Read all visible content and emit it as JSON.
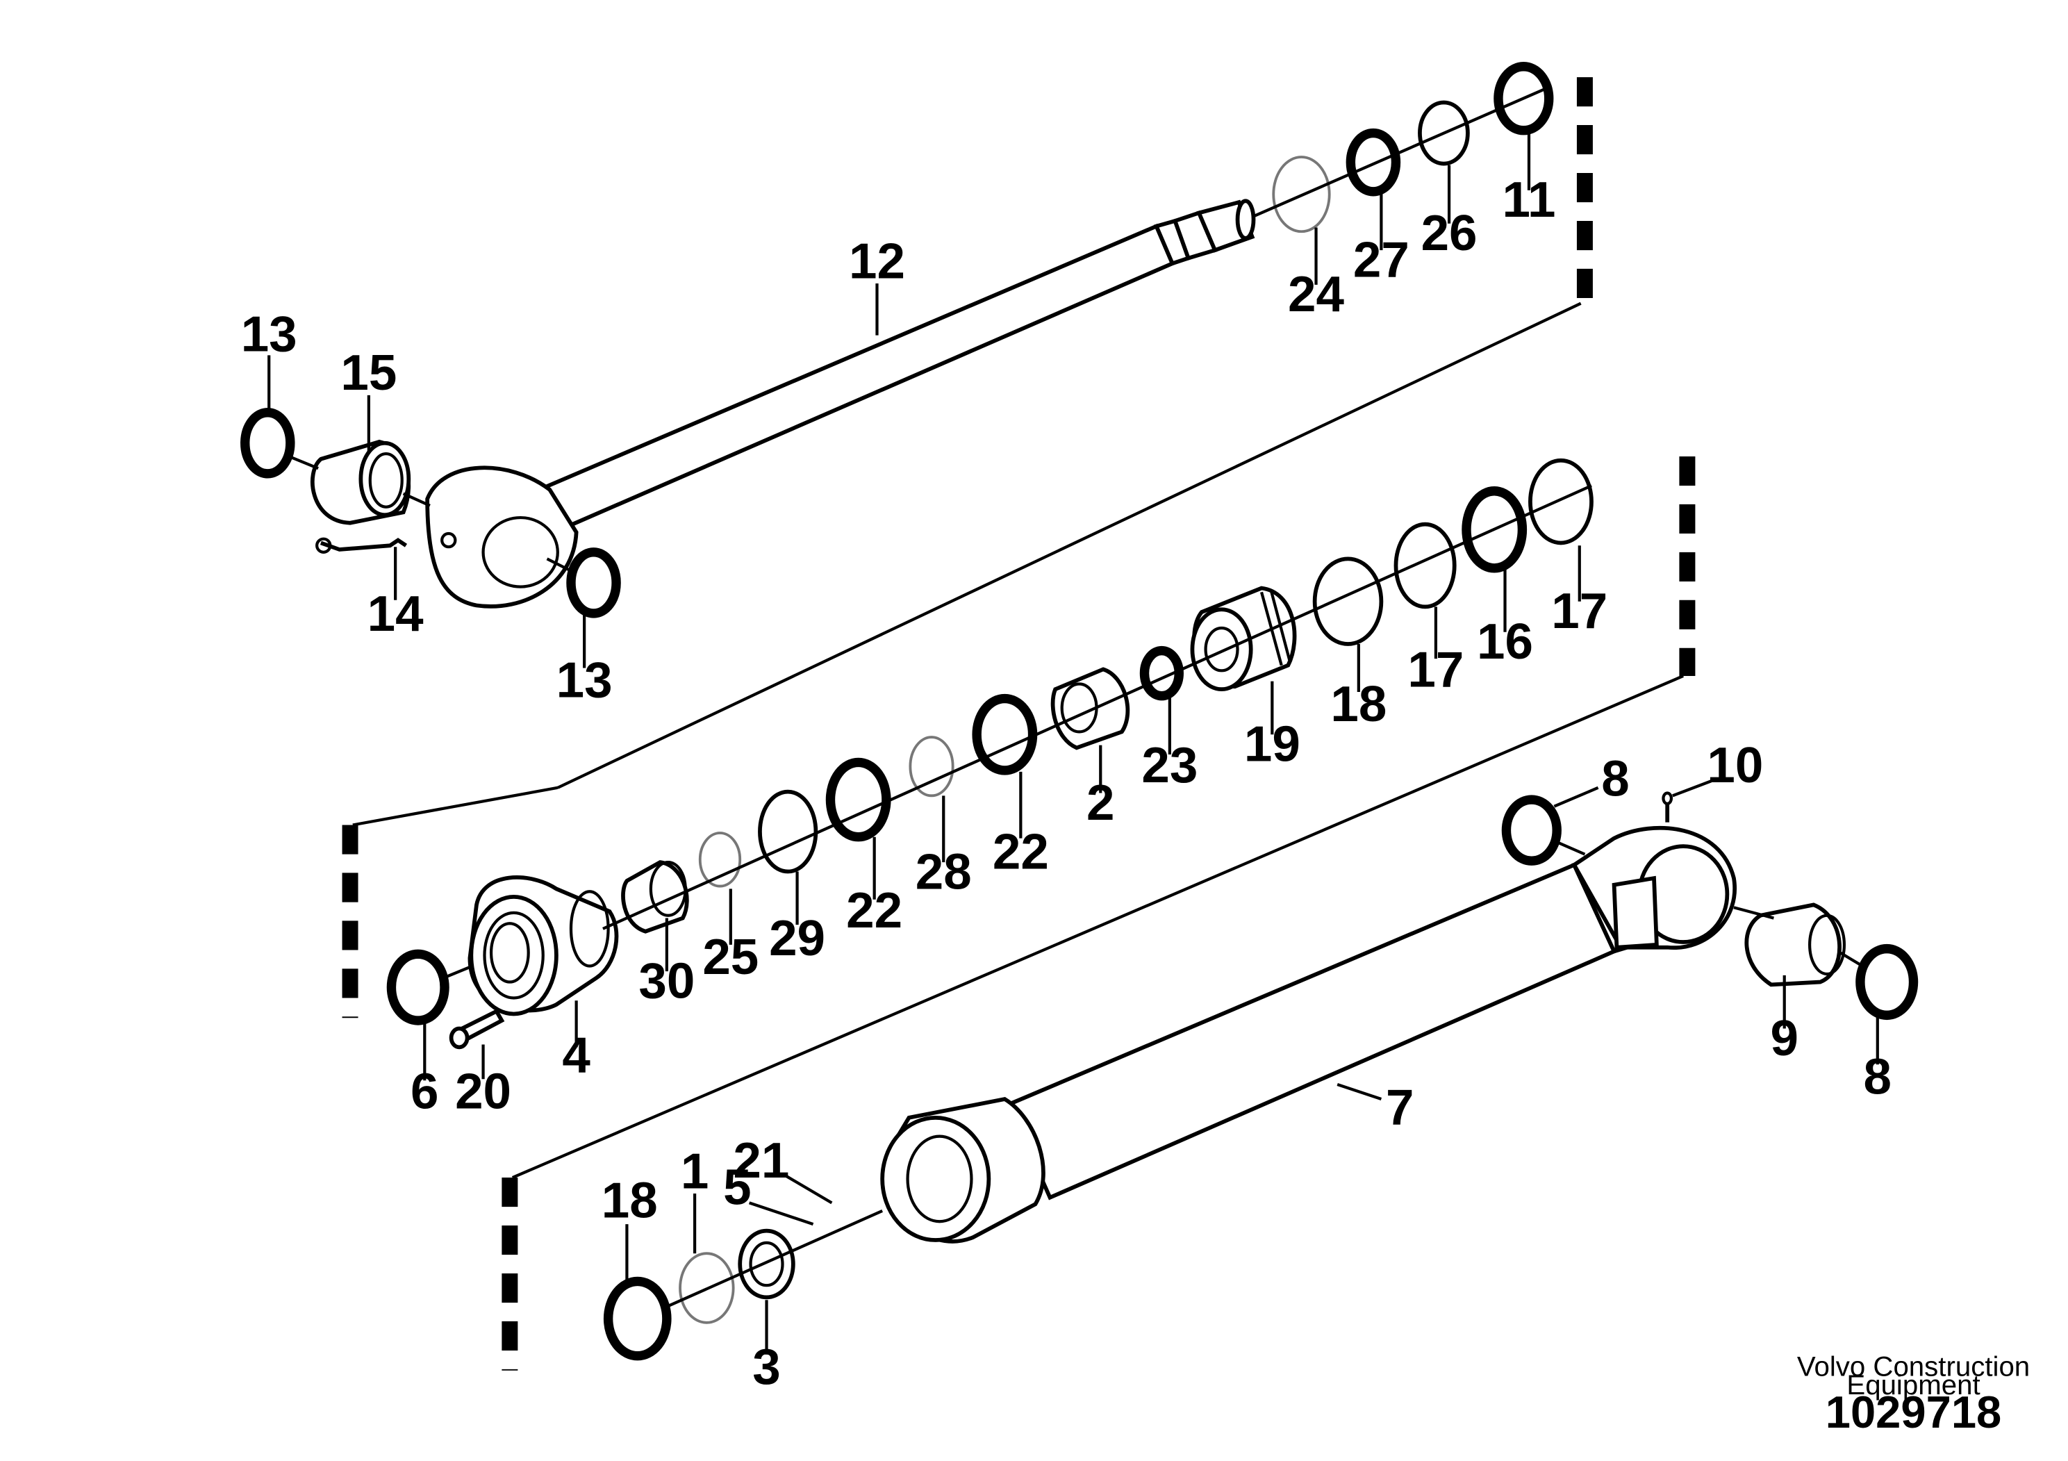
{
  "title": "",
  "parts": [
    {
      "id": "p1",
      "label": "1"
    },
    {
      "id": "p2",
      "label": "2"
    },
    {
      "id": "p3",
      "label": "3"
    },
    {
      "id": "p4",
      "label": "4"
    },
    {
      "id": "p5",
      "label": "5"
    },
    {
      "id": "p6",
      "label": "6"
    },
    {
      "id": "p7",
      "label": "7"
    },
    {
      "id": "p8a",
      "label": "8"
    },
    {
      "id": "p8b",
      "label": "8"
    },
    {
      "id": "p9",
      "label": "9"
    },
    {
      "id": "p10",
      "label": "10"
    },
    {
      "id": "p11",
      "label": "11"
    },
    {
      "id": "p12",
      "label": "12"
    },
    {
      "id": "p13a",
      "label": "13"
    },
    {
      "id": "p13b",
      "label": "13"
    },
    {
      "id": "p14",
      "label": "14"
    },
    {
      "id": "p15",
      "label": "15"
    },
    {
      "id": "p16",
      "label": "16"
    },
    {
      "id": "p17a",
      "label": "17"
    },
    {
      "id": "p17b",
      "label": "17"
    },
    {
      "id": "p18a",
      "label": "18"
    },
    {
      "id": "p18b",
      "label": "18"
    },
    {
      "id": "p19",
      "label": "19"
    },
    {
      "id": "p20",
      "label": "20"
    },
    {
      "id": "p21",
      "label": "21"
    },
    {
      "id": "p22a",
      "label": "22"
    },
    {
      "id": "p22b",
      "label": "22"
    },
    {
      "id": "p23",
      "label": "23"
    },
    {
      "id": "p24",
      "label": "24"
    },
    {
      "id": "p25",
      "label": "25"
    },
    {
      "id": "p26",
      "label": "26"
    },
    {
      "id": "p27",
      "label": "27"
    },
    {
      "id": "p28",
      "label": "28"
    },
    {
      "id": "p29",
      "label": "29"
    },
    {
      "id": "p30",
      "label": "30"
    }
  ],
  "footer": {
    "company_line1": "Volvo Construction",
    "company_line2": "Equipment",
    "document_number": "1029718"
  }
}
